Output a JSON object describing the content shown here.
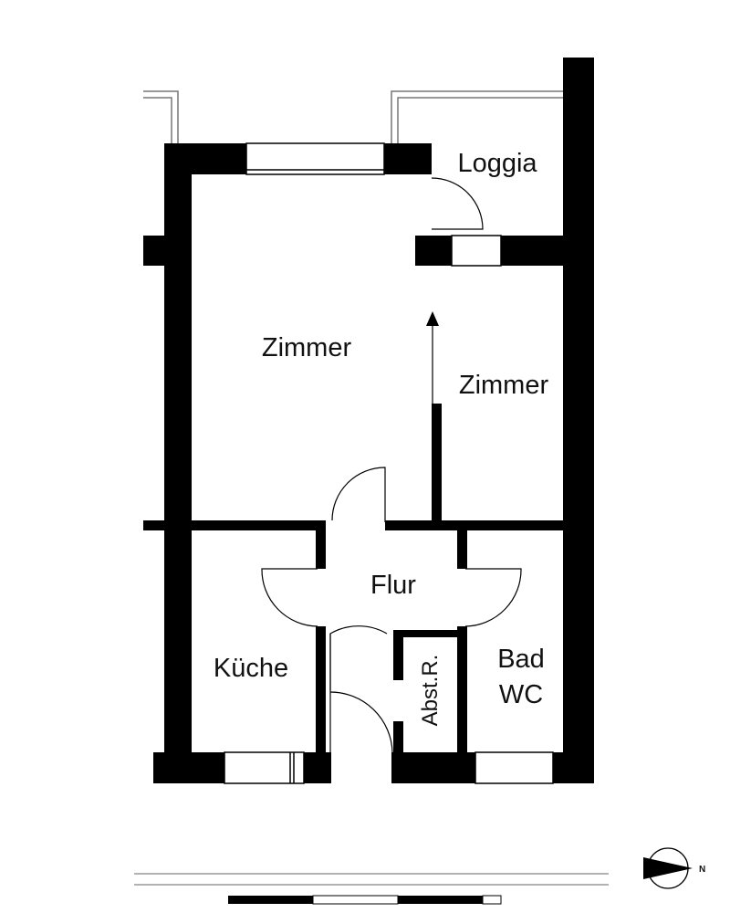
{
  "rooms": {
    "loggia": "Loggia",
    "zimmer_main": "Zimmer",
    "zimmer_side": "Zimmer",
    "flur": "Flur",
    "kueche": "Küche",
    "bad": "Bad",
    "wc": "WC",
    "abstellraum": "Abst.R."
  },
  "compass": {
    "north_letter": "N"
  },
  "colors": {
    "wall": "#000000",
    "background": "#ffffff",
    "line": "#444444"
  }
}
